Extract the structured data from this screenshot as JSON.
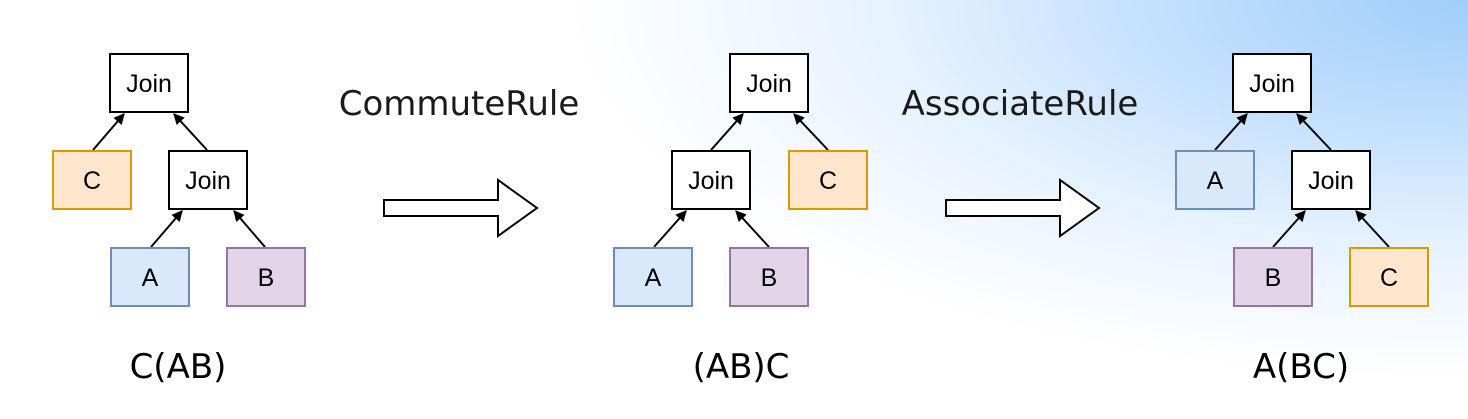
{
  "colors": {
    "join_fill": "#ffffff",
    "join_stroke": "#000000",
    "a_fill": "#dae8fc",
    "a_stroke": "#6c8ebf",
    "b_fill": "#e1d5e7",
    "b_stroke": "#9673a6",
    "c_fill": "#ffe6cc",
    "c_stroke": "#d79b00",
    "background_accent": "#a6d1fa"
  },
  "trees": [
    {
      "caption": "C(AB)",
      "nodes": {
        "root_join": "Join",
        "left_leaf": "C",
        "inner_join": "Join",
        "inner_left": "A",
        "inner_right": "B"
      }
    },
    {
      "caption": "(AB)C",
      "nodes": {
        "root_join": "Join",
        "inner_join": "Join",
        "right_leaf": "C",
        "inner_left": "A",
        "inner_right": "B"
      }
    },
    {
      "caption": "A(BC)",
      "nodes": {
        "root_join": "Join",
        "left_leaf": "A",
        "inner_join": "Join",
        "inner_left": "B",
        "inner_right": "C"
      }
    }
  ],
  "transforms": [
    {
      "label": "CommuteRule"
    },
    {
      "label": "AssociateRule"
    }
  ]
}
